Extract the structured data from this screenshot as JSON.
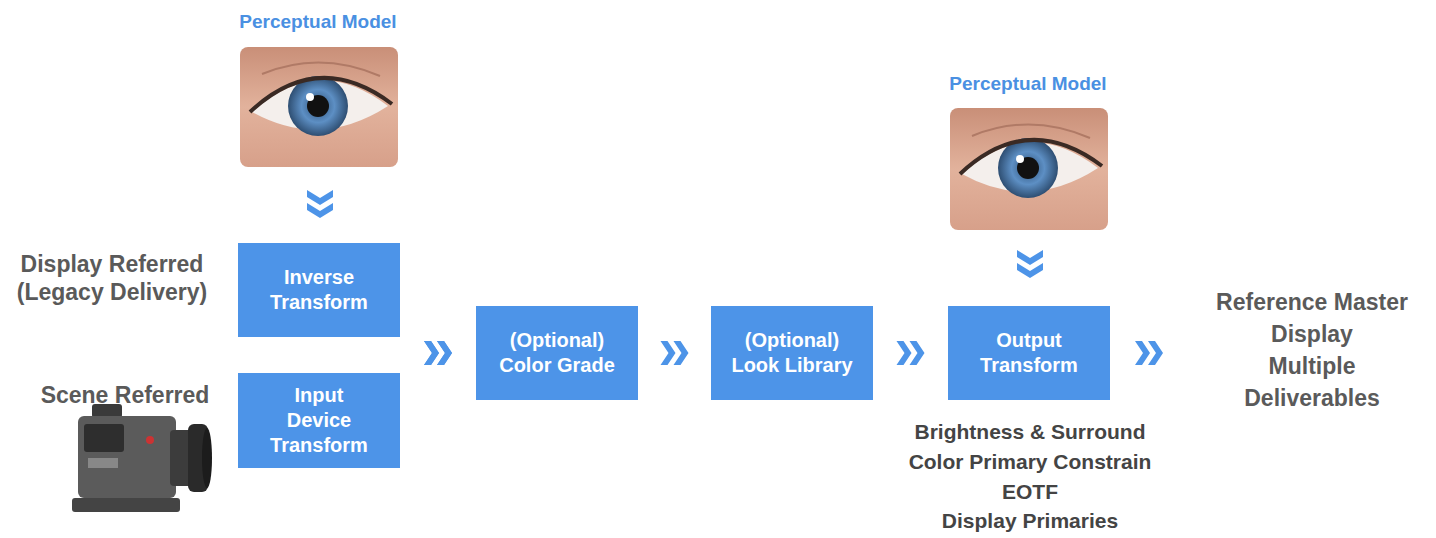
{
  "diagram": {
    "nodes": [
      {
        "text": [
          "Inverse Transform"
        ]
      },
      {
        "text": [
          "Input Device Transform"
        ]
      },
      {
        "text": [
          "(Optional) Color Grade"
        ]
      },
      {
        "text": [
          "(Optional) Look Library"
        ]
      },
      {
        "text": [
          "Output Transform"
        ]
      }
    ],
    "edges": [
      {
        "from": 0,
        "to": 2,
        "arrow": "to"
      },
      {
        "from": 1,
        "to": 2,
        "arrow": "to"
      },
      {
        "from": 2,
        "to": 3,
        "arrow": "to"
      },
      {
        "from": 3,
        "to": 4,
        "arrow": "to"
      }
    ],
    "labels": [
      "Perceptual Model",
      "Perceptual Model",
      "Display Referred (Legacy Delivery)",
      "Scene Referred",
      "Reference Master Display",
      "Multiple Deliverables",
      "Brightness & Surround",
      "Color Primary Constrain",
      "EOTF",
      "Display Primaries"
    ]
  }
}
